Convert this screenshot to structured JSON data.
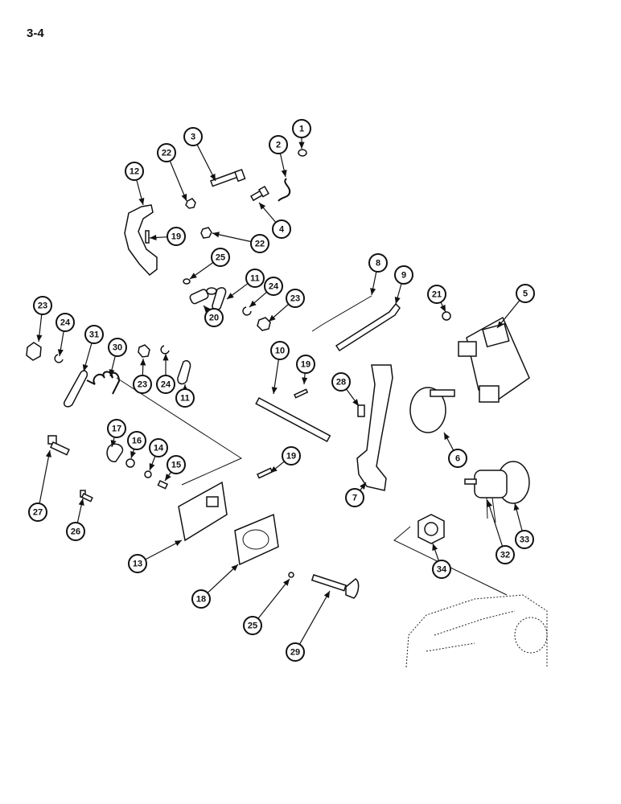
{
  "page_number": "3-4",
  "callouts": [
    "1",
    "2",
    "3",
    "22",
    "12",
    "19",
    "22",
    "4",
    "25",
    "11",
    "24",
    "23",
    "20",
    "8",
    "9",
    "21",
    "5",
    "23",
    "24",
    "31",
    "30",
    "23",
    "24",
    "11",
    "10",
    "19",
    "28",
    "6",
    "7",
    "17",
    "16",
    "14",
    "15",
    "19",
    "27",
    "26",
    "13",
    "18",
    "25",
    "29",
    "34",
    "32",
    "33"
  ]
}
